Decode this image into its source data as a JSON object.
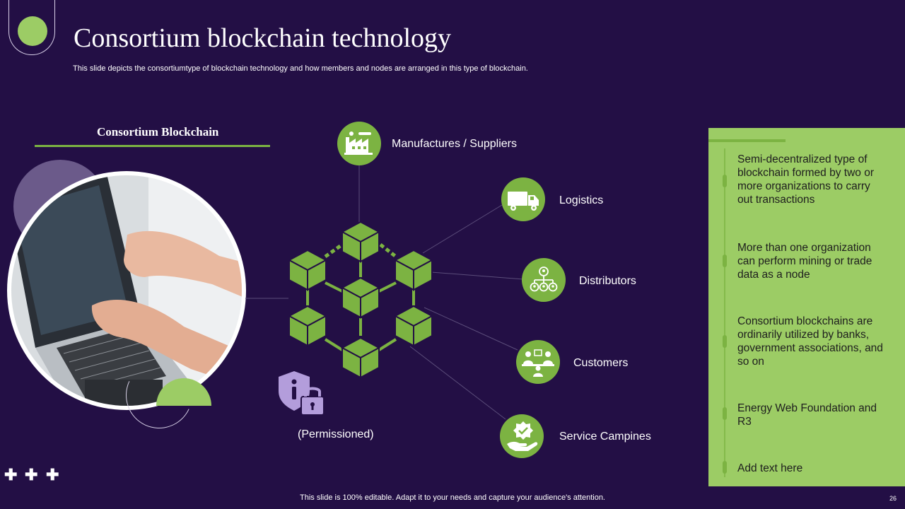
{
  "header": {
    "title": "Consortium blockchain technology",
    "subtitle": "This slide depicts the consortiumtype of blockchain technology and how members and nodes are arranged in this type of blockchain."
  },
  "diagram": {
    "section_label": "Consortium Blockchain",
    "permissioned_label": "(Permissioned)",
    "nodes": [
      {
        "label": "Manufactures  / Suppliers",
        "icon": "factory-icon"
      },
      {
        "label": "Logistics",
        "icon": "truck-icon"
      },
      {
        "label": "Distributors",
        "icon": "hierarchy-icon"
      },
      {
        "label": "Customers",
        "icon": "people-meeting-icon"
      },
      {
        "label": "Service Campines",
        "icon": "hand-badge-icon"
      }
    ]
  },
  "panel": {
    "items": [
      "Semi-decentralized type of blockchain formed by two or more organizations to carry out transactions",
      "More than one organization can perform mining or trade data as a node",
      "Consortium blockchains are ordinarily utilized by banks, government  associations, and so on",
      "Energy Web Foundation and R3",
      "Add text here"
    ]
  },
  "footer": {
    "note": "This slide is 100% editable. Adapt it to your needs and capture your audience's attention.",
    "page_number": "26"
  },
  "colors": {
    "background": "#230f45",
    "accent_green": "#7cb342",
    "panel_green": "#9ccc65",
    "lock_purple": "#b39ddb"
  }
}
